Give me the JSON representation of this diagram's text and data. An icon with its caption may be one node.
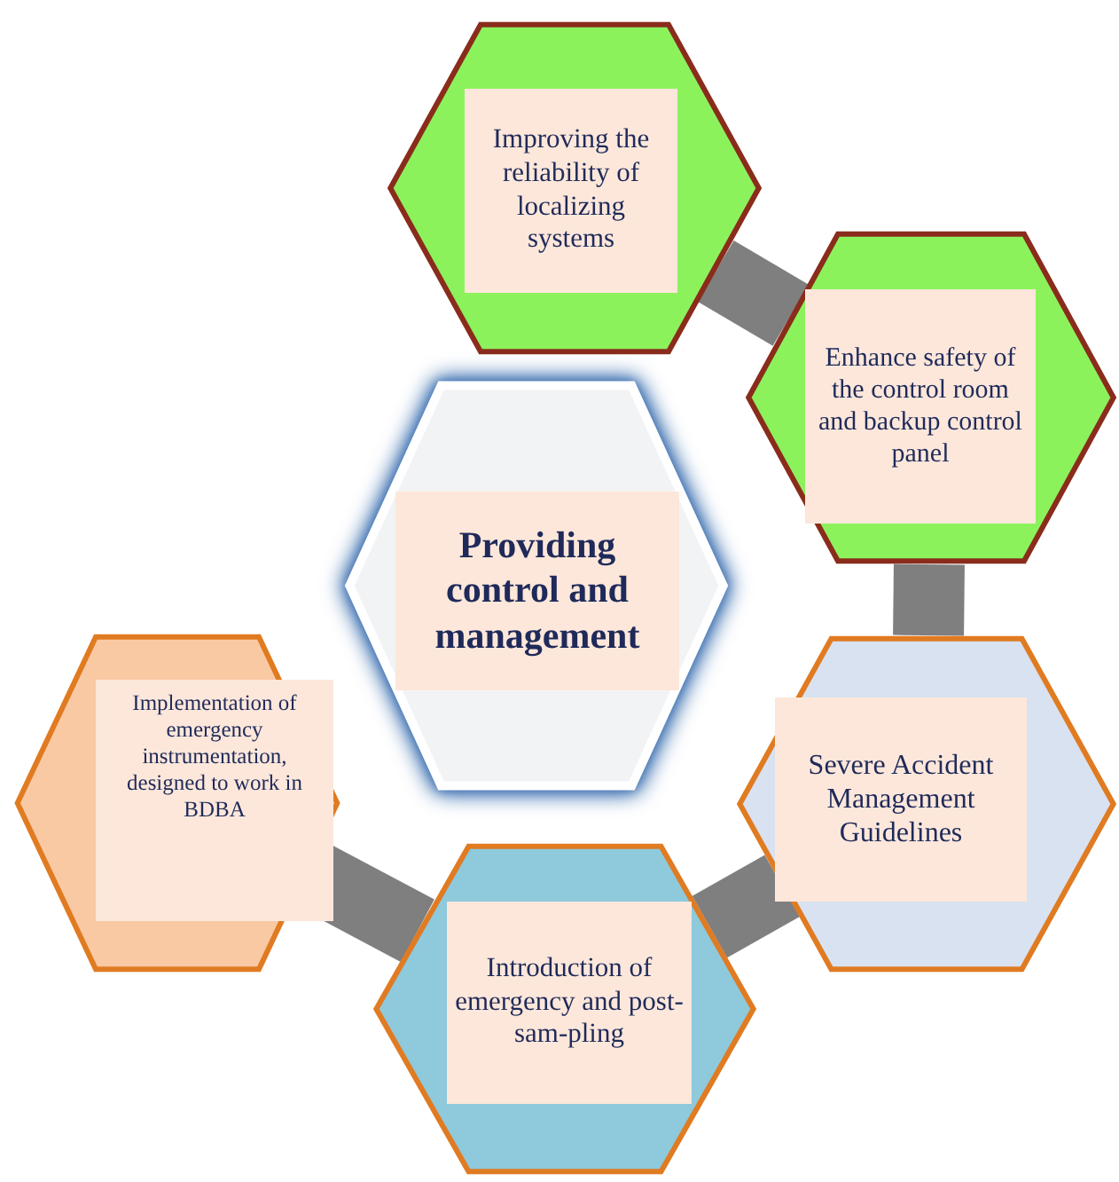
{
  "diagram": {
    "nodes": [
      {
        "text": [
          "Improving the reliability of localizing systems"
        ]
      },
      {
        "text": [
          "Enhance safety of the control room and backup control panel"
        ]
      },
      {
        "text": [
          "Providing control and management"
        ]
      },
      {
        "text": [
          "Implementation of emergency instrumentation, designed to work in BDBA"
        ]
      },
      {
        "text": [
          "Severe Accident Management Guidelines"
        ]
      },
      {
        "text": [
          "Introduction of emergency and post-sam-pling"
        ]
      }
    ],
    "edges": [
      {
        "from": 0,
        "to": 1,
        "arrow": "none"
      },
      {
        "from": 1,
        "to": 4,
        "arrow": "none"
      },
      {
        "from": 4,
        "to": 5,
        "arrow": "none"
      },
      {
        "from": 5,
        "to": 3,
        "arrow": "none"
      }
    ]
  }
}
